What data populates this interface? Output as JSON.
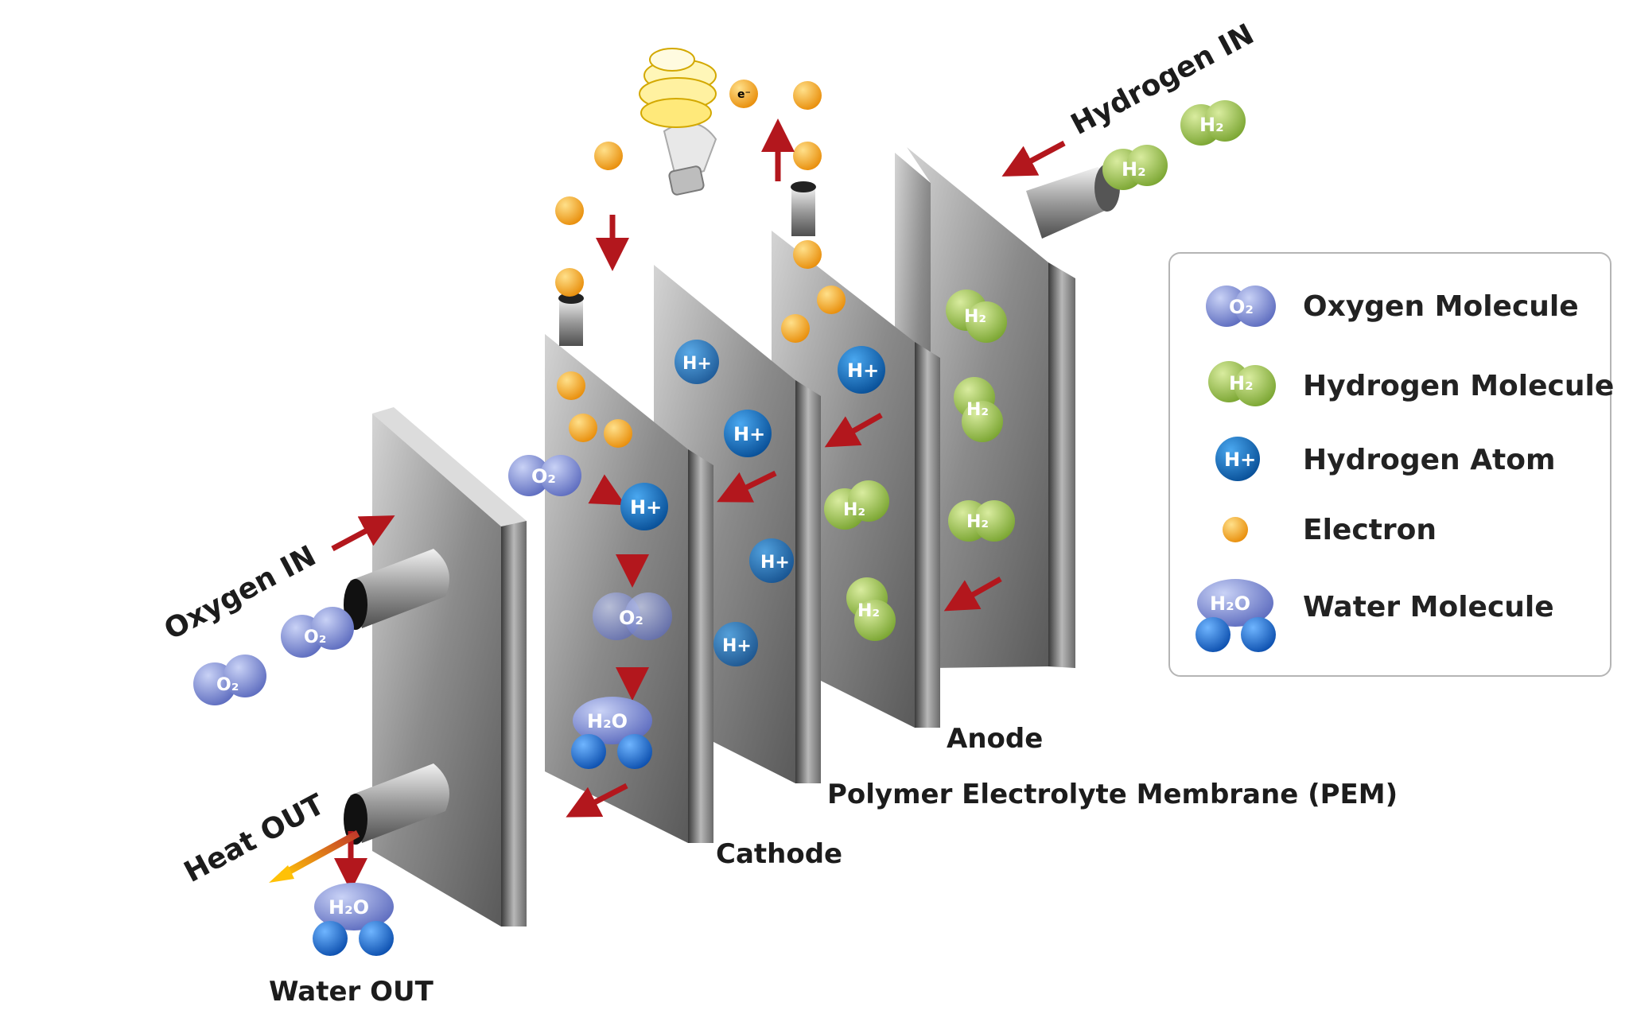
{
  "labels": {
    "hydrogen_in": "Hydrogen IN",
    "oxygen_in": "Oxygen IN",
    "heat_out": "Heat OUT",
    "water_out": "Water OUT",
    "anode": "Anode",
    "pem": "Polymer Electrolyte Membrane (PEM)",
    "cathode": "Cathode"
  },
  "molecule_text": {
    "o2": "O₂",
    "h2": "H₂",
    "hplus": "H+",
    "h2o": "H₂O",
    "electron": "e⁻"
  },
  "legend": {
    "oxygen": "Oxygen Molecule",
    "hydrogen": "Hydrogen Molecule",
    "atom": "Hydrogen Atom",
    "electron": "Electron",
    "water": "Water Molecule"
  },
  "colors": {
    "plate": "#8a8a8a",
    "arrow": "#b3171d",
    "oxygen": "#7f8fd6",
    "hydrogen": "#9cc24a",
    "hplus": "#0f68b8",
    "electron": "#f2a516",
    "water": "#1f6fd1"
  }
}
